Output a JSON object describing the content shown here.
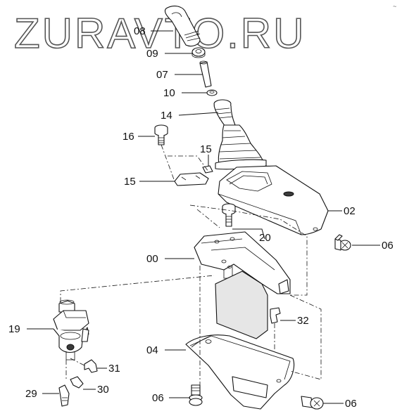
{
  "watermark": "ZURAVTO.RU",
  "corner_mark": "~",
  "callouts": [
    {
      "id": "c08",
      "text": "08"
    },
    {
      "id": "c09",
      "text": "09"
    },
    {
      "id": "c07",
      "text": "07"
    },
    {
      "id": "c10",
      "text": "10"
    },
    {
      "id": "c14",
      "text": "14"
    },
    {
      "id": "c16",
      "text": "16"
    },
    {
      "id": "c15a",
      "text": "15"
    },
    {
      "id": "c15b",
      "text": "15"
    },
    {
      "id": "c02",
      "text": "02"
    },
    {
      "id": "c20",
      "text": "20"
    },
    {
      "id": "c06a",
      "text": "06"
    },
    {
      "id": "c00",
      "text": "00"
    },
    {
      "id": "c19",
      "text": "19"
    },
    {
      "id": "c32",
      "text": "32"
    },
    {
      "id": "c04",
      "text": "04"
    },
    {
      "id": "c31",
      "text": "31"
    },
    {
      "id": "c29",
      "text": "29"
    },
    {
      "id": "c30",
      "text": "30"
    },
    {
      "id": "c06b",
      "text": "06"
    },
    {
      "id": "c06c",
      "text": "06"
    }
  ]
}
